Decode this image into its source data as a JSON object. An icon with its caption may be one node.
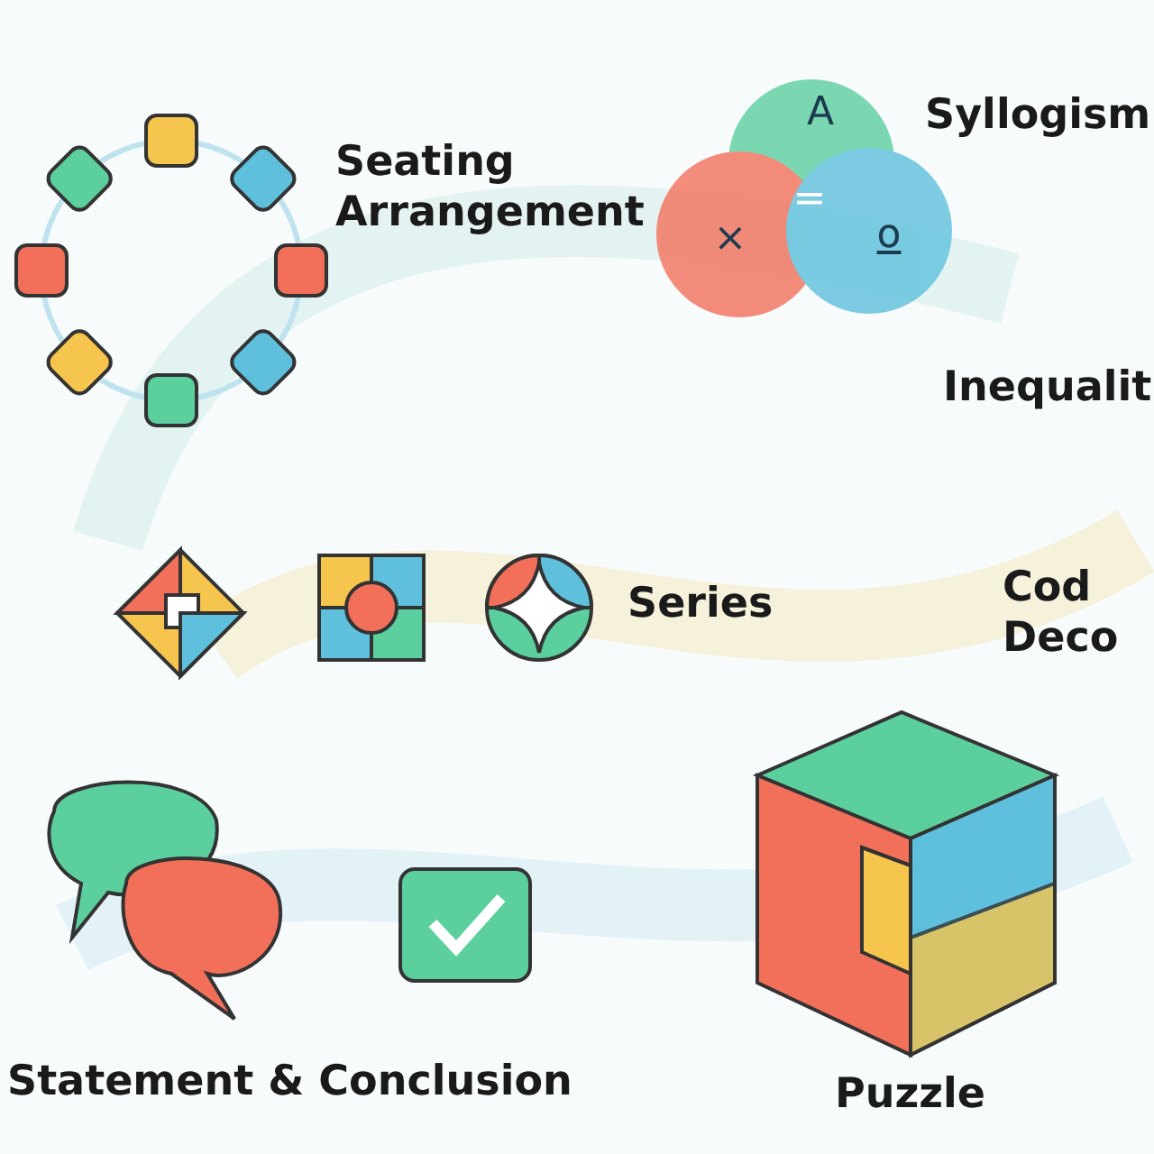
{
  "diagram": {
    "labels": [
      "Seating Arrangement",
      "Syllogism",
      "A",
      "×",
      "=",
      "o",
      "Inequalit",
      "Series",
      "Cod Deco",
      "Statement & Conclusion",
      "Puzzle"
    ]
  }
}
